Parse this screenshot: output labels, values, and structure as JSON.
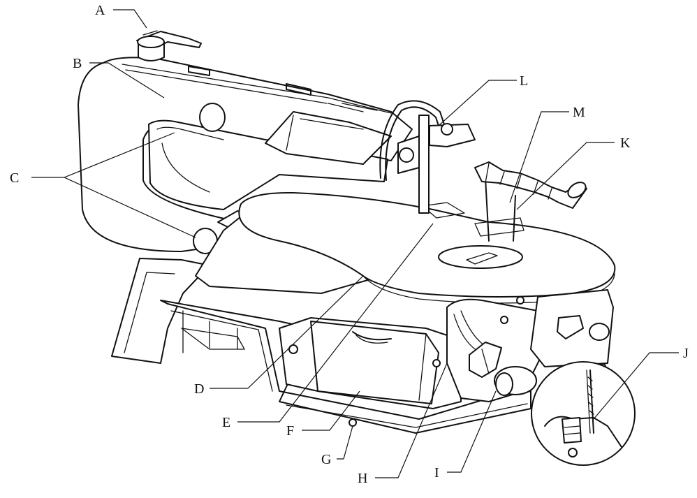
{
  "callouts": [
    {
      "id": "A",
      "label": "A"
    },
    {
      "id": "B",
      "label": "B"
    },
    {
      "id": "C",
      "label": "C"
    },
    {
      "id": "D",
      "label": "D"
    },
    {
      "id": "E",
      "label": "E"
    },
    {
      "id": "F",
      "label": "F"
    },
    {
      "id": "G",
      "label": "G"
    },
    {
      "id": "H",
      "label": "H"
    },
    {
      "id": "I",
      "label": "I"
    },
    {
      "id": "J",
      "label": "J"
    },
    {
      "id": "K",
      "label": "K"
    },
    {
      "id": "L",
      "label": "L"
    },
    {
      "id": "M",
      "label": "M"
    }
  ]
}
